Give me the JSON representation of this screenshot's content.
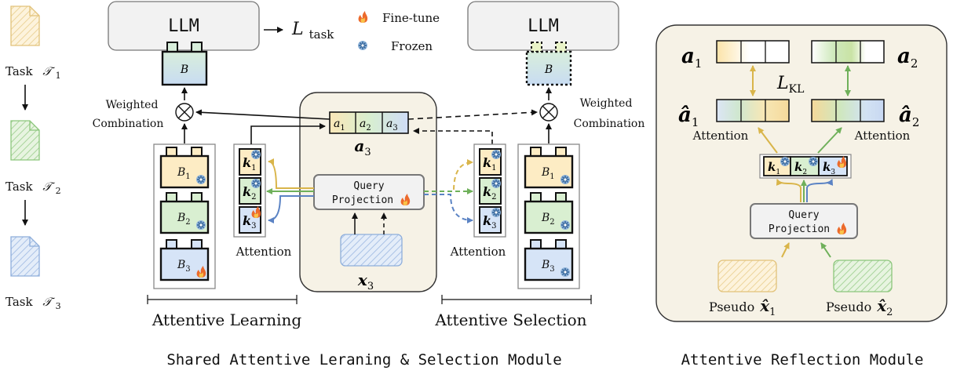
{
  "tasks": [
    {
      "label": "Task",
      "symbol": "𝒯",
      "sub": "1",
      "color": "#f3d9a8"
    },
    {
      "label": "Task",
      "symbol": "𝒯",
      "sub": "2",
      "color": "#b9dfb0"
    },
    {
      "label": "Task",
      "symbol": "𝒯",
      "sub": "3",
      "color": "#b9cdea"
    }
  ],
  "llm_label": "LLM",
  "loss_task": {
    "main": "L",
    "sub": "task"
  },
  "legend": {
    "finetune": "Fine-tune",
    "frozen": "Frozen"
  },
  "weighted": {
    "line1": "Weighted",
    "line2": "Combination"
  },
  "blocks": {
    "b": "B",
    "b1": {
      "main": "B",
      "sub": "1"
    },
    "b2": {
      "main": "B",
      "sub": "2"
    },
    "b3": {
      "main": "B",
      "sub": "3"
    }
  },
  "keys": {
    "k1": {
      "main": "k",
      "sub": "1"
    },
    "k2": {
      "main": "k",
      "sub": "2"
    },
    "k3": {
      "main": "k",
      "sub": "3"
    }
  },
  "attention_label": "Attention",
  "attn_vector": {
    "a1": {
      "main": "a",
      "sub": "1"
    },
    "a2": {
      "main": "a",
      "sub": "2"
    },
    "a3": {
      "main": "a",
      "sub": "3"
    }
  },
  "a3_title": {
    "main": "a",
    "sub": "3"
  },
  "query_proj": {
    "line1": "Query",
    "line2": "Projection"
  },
  "x3": {
    "main": "x",
    "sub": "3"
  },
  "attentive_learning": "Attentive Learning",
  "attentive_selection": "Attentive Selection",
  "shared_module": "Shared Attentive Leraning & Selection Module",
  "reflection_module": "Attentive Reflection Module",
  "reflection": {
    "a1": {
      "main": "a",
      "sub": "1"
    },
    "a2": {
      "main": "a",
      "sub": "2"
    },
    "a1_hat": {
      "main": "â",
      "sub": "1"
    },
    "a2_hat": {
      "main": "â",
      "sub": "2"
    },
    "lkl": {
      "main": "L",
      "sub": "KL"
    },
    "pseudo1": {
      "label": "Pseudo",
      "main": "x̂",
      "sub": "1"
    },
    "pseudo2": {
      "label": "Pseudo",
      "main": "x̂",
      "sub": "2"
    }
  },
  "colors": {
    "yellow": "#d9b54a",
    "green": "#6fb05a",
    "blue": "#5b83c4",
    "module_bg": "#f6f2e6",
    "llm_bg": "#f2f2f2"
  }
}
